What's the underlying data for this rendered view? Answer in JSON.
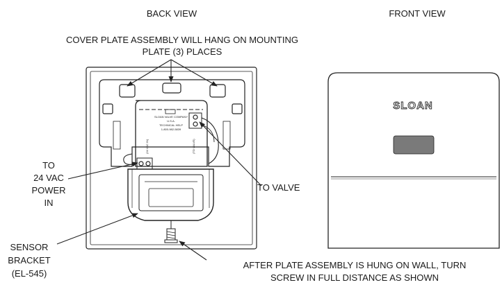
{
  "labels": {
    "back_view": "BACK VIEW",
    "front_view": "FRONT VIEW",
    "cover_plate_line1": "COVER PLATE ASSEMBLY WILL HANG ON MOUNTING",
    "cover_plate_line2": "PLATE (3) PLACES",
    "power_line1": "TO",
    "power_line2": "24 VAC",
    "power_line3": "POWER",
    "power_line4": "IN",
    "to_valve": "TO VALVE",
    "sensor_line1": "SENSOR",
    "sensor_line2": "BRACKET",
    "sensor_line3": "(EL-545)",
    "after_line1": "AFTER PLATE ASSEMBLY IS HUNG ON WALL, TURN",
    "after_line2": "SCREW IN FULL DISTANCE AS SHOWN"
  },
  "module_text": {
    "company": "SLOAN VALVE COMPANY",
    "country": "U.S.A.",
    "help": "TECHNICAL HELP",
    "phone": "1-800-982-5839",
    "input": "(24 VAC IN)",
    "output": "(TO VALVE)",
    "brand_logo": "SLOAN"
  },
  "colors": {
    "line": "#222222",
    "sensor_window": "#7a7a7a",
    "background": "#ffffff"
  }
}
